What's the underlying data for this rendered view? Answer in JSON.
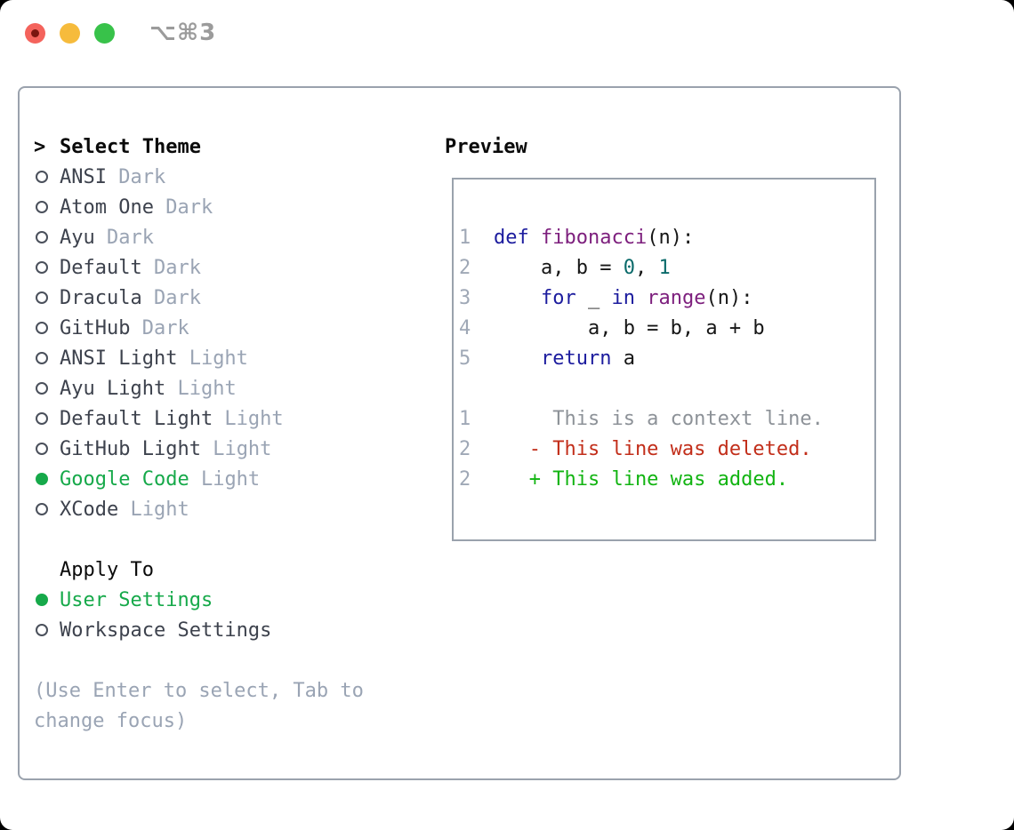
{
  "window": {
    "title": "⌥⌘3",
    "traffic_lights": [
      {
        "name": "close",
        "color": "#f4635c",
        "dot": "#7a150f"
      },
      {
        "name": "minimize",
        "color": "#f6bb3c"
      },
      {
        "name": "zoom",
        "color": "#38c24a"
      }
    ]
  },
  "theme_picker": {
    "cursor": ">",
    "heading": "Select Theme",
    "items": [
      {
        "name": "ANSI",
        "variant": "Dark",
        "selected": false
      },
      {
        "name": "Atom One",
        "variant": "Dark",
        "selected": false
      },
      {
        "name": "Ayu",
        "variant": "Dark",
        "selected": false
      },
      {
        "name": "Default",
        "variant": "Dark",
        "selected": false
      },
      {
        "name": "Dracula",
        "variant": "Dark",
        "selected": false
      },
      {
        "name": "GitHub",
        "variant": "Dark",
        "selected": false
      },
      {
        "name": "ANSI Light",
        "variant": "Light",
        "selected": false
      },
      {
        "name": "Ayu Light",
        "variant": "Light",
        "selected": false
      },
      {
        "name": "Default Light",
        "variant": "Light",
        "selected": false
      },
      {
        "name": "GitHub Light",
        "variant": "Light",
        "selected": false
      },
      {
        "name": "Google Code",
        "variant": "Light",
        "selected": true
      },
      {
        "name": "XCode",
        "variant": "Light",
        "selected": false
      }
    ]
  },
  "apply_to": {
    "heading": "Apply To",
    "options": [
      {
        "name": "User Settings",
        "selected": true
      },
      {
        "name": "Workspace Settings",
        "selected": false
      }
    ]
  },
  "help_lines": [
    "(Use Enter to select, Tab to",
    "change focus)"
  ],
  "preview": {
    "heading": "Preview",
    "lines": [
      {
        "num": "1",
        "tokens": [
          [
            "def",
            "keyword"
          ],
          [
            " ",
            "plain"
          ],
          [
            "fibonacci",
            "function"
          ],
          [
            "(n):",
            "plain"
          ]
        ]
      },
      {
        "num": "2",
        "tokens": [
          [
            "    a, b = ",
            "plain"
          ],
          [
            "0",
            "literal"
          ],
          [
            ", ",
            "plain"
          ],
          [
            "1",
            "literal"
          ]
        ]
      },
      {
        "num": "3",
        "tokens": [
          [
            "    ",
            "plain"
          ],
          [
            "for",
            "keyword"
          ],
          [
            " _ ",
            "plain"
          ],
          [
            "in",
            "keyword"
          ],
          [
            " ",
            "plain"
          ],
          [
            "range",
            "function"
          ],
          [
            "(n):",
            "plain"
          ]
        ]
      },
      {
        "num": "4",
        "tokens": [
          [
            "        a, b = b, a + b",
            "plain"
          ]
        ]
      },
      {
        "num": "5",
        "tokens": [
          [
            "    ",
            "plain"
          ],
          [
            "return",
            "keyword"
          ],
          [
            " a",
            "plain"
          ]
        ]
      },
      {
        "num": "",
        "tokens": []
      },
      {
        "num": "1",
        "tokens": [
          [
            "     This is a context line.",
            "context"
          ]
        ]
      },
      {
        "num": "2",
        "tokens": [
          [
            "   - This line was deleted.",
            "deleted"
          ]
        ]
      },
      {
        "num": "2",
        "tokens": [
          [
            "   + This line was added.",
            "added"
          ]
        ]
      }
    ]
  },
  "colors": {
    "border": "#9aa2ad",
    "heading": "#0a0a0a",
    "item_text": "#3d424d",
    "muted": "#9aa4b4",
    "accent": "#16a94a",
    "keyword": "#1c1c9e",
    "function": "#7d1f7d",
    "literal": "#0a6a6a",
    "plain": "#161616",
    "line_number": "#9fa8b6",
    "context": "#8d9298",
    "deleted": "#c22e1a",
    "added": "#12b412"
  }
}
